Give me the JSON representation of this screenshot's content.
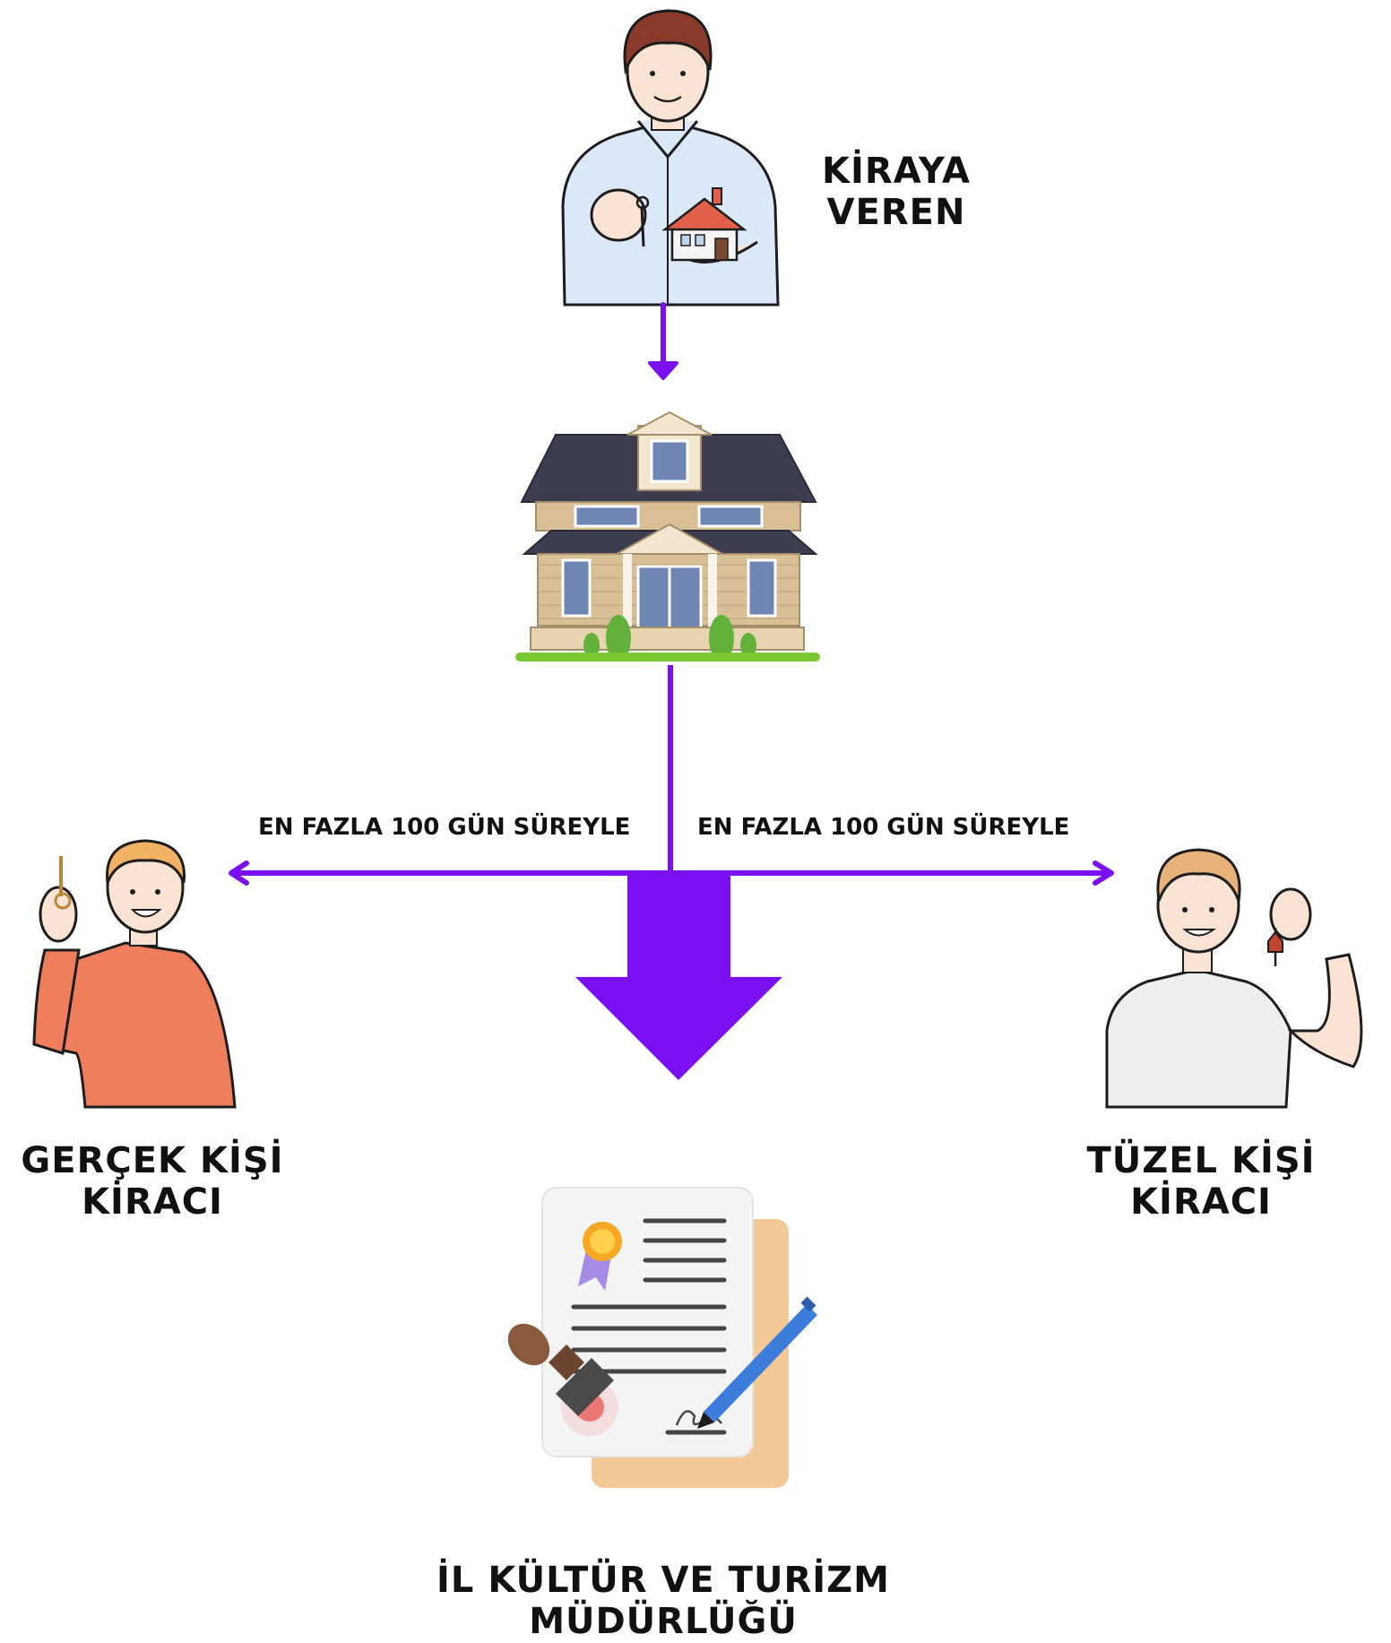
{
  "nodes": {
    "landlord": {
      "line1": "KİRAYA",
      "line2": "VEREN"
    },
    "real_person_tenant": {
      "line1": "GERÇEK KİŞİ",
      "line2": "KİRACI"
    },
    "legal_person_tenant": {
      "line1": "TÜZEL KİŞİ",
      "line2": "KİRACI"
    },
    "directorate": {
      "line1": "İL KÜLTÜR VE TURİZM",
      "line2": "MÜDÜRLÜĞÜ"
    }
  },
  "edges": {
    "left_label": "EN FAZLA 100 GÜN SÜREYLE",
    "right_label": "EN FAZLA 100 GÜN SÜREYLE"
  },
  "colors": {
    "arrow": "#7a0ff2",
    "grass": "#7cc832",
    "roof": "#3d3d4f",
    "siding": "#d8bf96"
  },
  "icons": {
    "landlord": "man-holding-key-and-house-icon",
    "house": "house-icon",
    "real_tenant": "man-holding-key-icon",
    "legal_tenant": "man-holding-key-icon",
    "document": "signed-document-with-stamp-icon"
  }
}
